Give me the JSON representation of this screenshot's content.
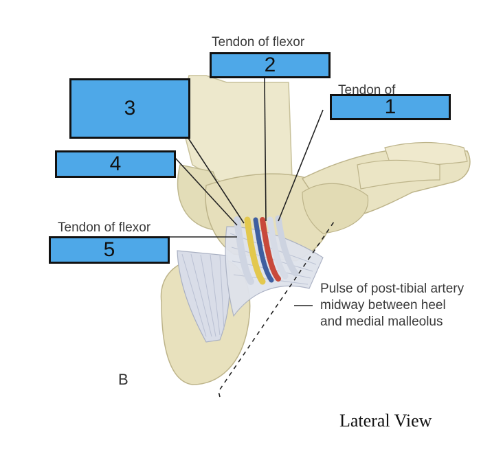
{
  "labels": {
    "tendon_flexor_top": "Tendon of flexor",
    "tendon_of_partial": "Tendon of",
    "tendon_flexor_left": "Tendon of flexor"
  },
  "pulse_note": {
    "line1": "Pulse of post-tibial artery",
    "line2": "midway between heel",
    "line3": "and medial malleolus"
  },
  "boxes": {
    "box1": "1",
    "box2": "2",
    "box3": "3",
    "box4": "4",
    "box5": "5"
  },
  "panel_letter": "B",
  "caption": "Lateral View",
  "colors": {
    "box_fill": "#4ea8e8",
    "bone": "#e8e2bf",
    "artery": "#c8493a",
    "nerve": "#e8c64a",
    "vein": "#3f5fa0",
    "tendon": "#d8dde6"
  }
}
